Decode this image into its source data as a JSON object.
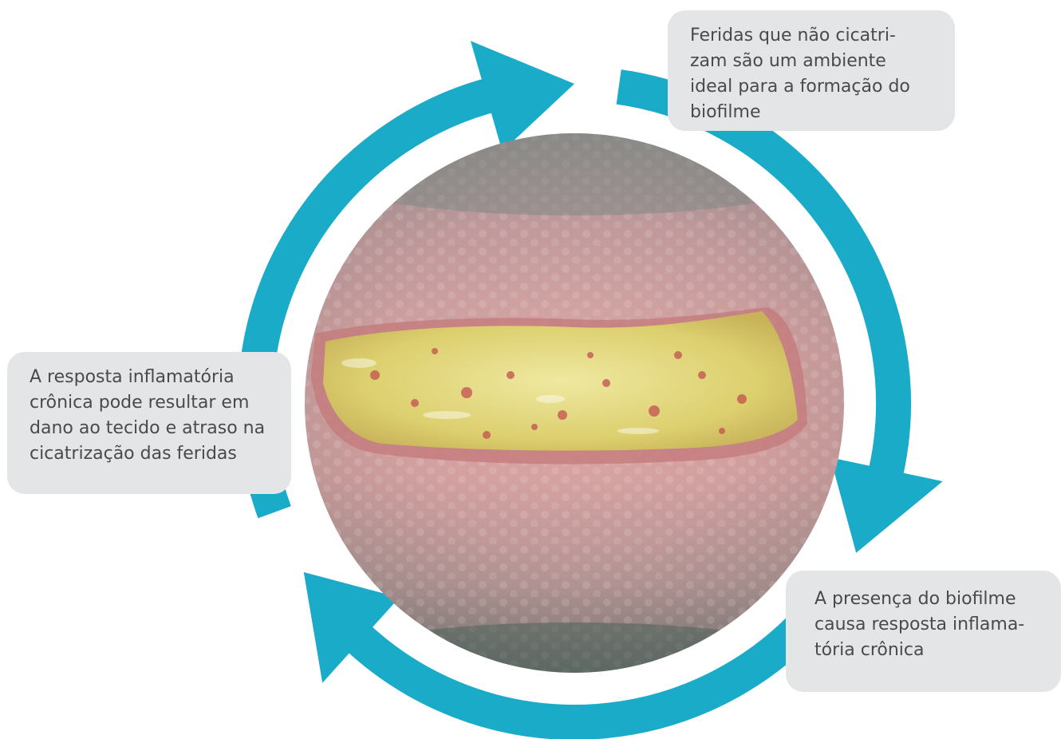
{
  "callouts": {
    "top": {
      "lines": [
        "Feridas que não cicatri-",
        "zam são um ambiente",
        "ideal para a formação do",
        "biofilme"
      ]
    },
    "right": {
      "lines": [
        "A presença do biofilme",
        "causa resposta inflama-",
        "tória crônica"
      ]
    },
    "left": {
      "lines": [
        "A resposta inflamatória",
        "crônica pode resultar em",
        "dano ao tecido e atraso na",
        "cicatrização das feridas"
      ]
    }
  },
  "colors": {
    "arrow": "#1aabc9",
    "callout_bg": "#e4e5e6",
    "callout_text": "#4a4a4a",
    "photo_skin": "#c99696",
    "photo_slough": "#e3dc86"
  },
  "photo": {
    "subject": "wound-bed-with-slough"
  }
}
